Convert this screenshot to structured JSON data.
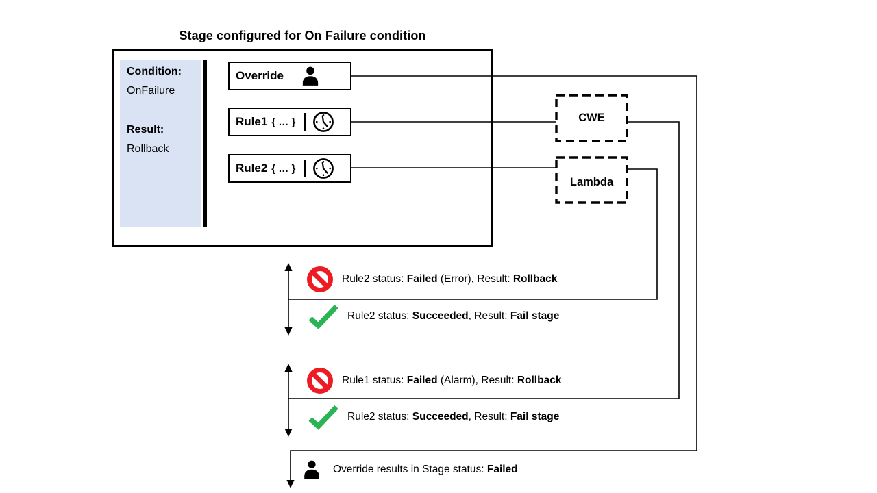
{
  "title": "Stage configured for On Failure condition",
  "stage_panel": {
    "condition_label": "Condition:",
    "condition_value": "OnFailure",
    "result_label": "Result:",
    "result_value": "Rollback"
  },
  "nodes": {
    "override": {
      "label": "Override",
      "icon": "person-icon"
    },
    "rule1": {
      "label": "Rule1",
      "braces": "{ … }",
      "icon": "clock-icon"
    },
    "rule2": {
      "label": "Rule2",
      "braces": "{ … }",
      "icon": "clock-icon"
    },
    "cwe": {
      "label": "CWE"
    },
    "lambda": {
      "label": "Lambda"
    }
  },
  "status_rows": {
    "g1_failed": {
      "icon": "no-entry-icon",
      "pre": "Rule2 status: ",
      "bold1": "Failed",
      "mid": " (Error), Result: ",
      "bold2": "Rollback"
    },
    "g1_succeeded": {
      "icon": "check-icon",
      "pre": "Rule2 status: ",
      "bold1": "Succeeded",
      "mid": ", Result: ",
      "bold2": "Fail stage"
    },
    "g2_failed": {
      "icon": "no-entry-icon",
      "pre": "Rule1 status: ",
      "bold1": "Failed",
      "mid": " (Alarm), Result: ",
      "bold2": "Rollback"
    },
    "g2_succeeded": {
      "icon": "check-icon",
      "pre": "Rule2 status: ",
      "bold1": "Succeeded",
      "mid": ", Result: ",
      "bold2": "Fail stage"
    },
    "override_result": {
      "icon": "person-icon",
      "pre": "Override results in Stage status: ",
      "bold1": "Failed"
    }
  },
  "colors": {
    "accent_red": "#ED1B24",
    "accent_green": "#2AB456",
    "panel_blue": "#DAE3F3",
    "line_black": "#000000"
  }
}
